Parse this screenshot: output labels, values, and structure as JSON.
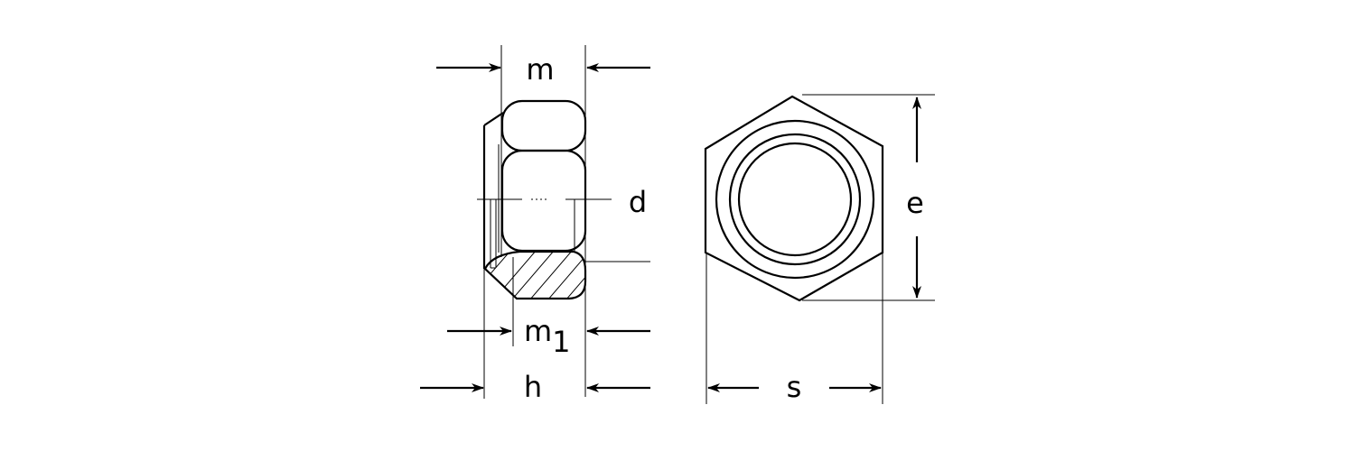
{
  "labels": {
    "m": "m",
    "m1_base": "m",
    "m1_sub": "1",
    "h": "h",
    "d": "d",
    "e": "e",
    "s": "s"
  },
  "colors": {
    "line": "#000000",
    "background": "#ffffff"
  }
}
